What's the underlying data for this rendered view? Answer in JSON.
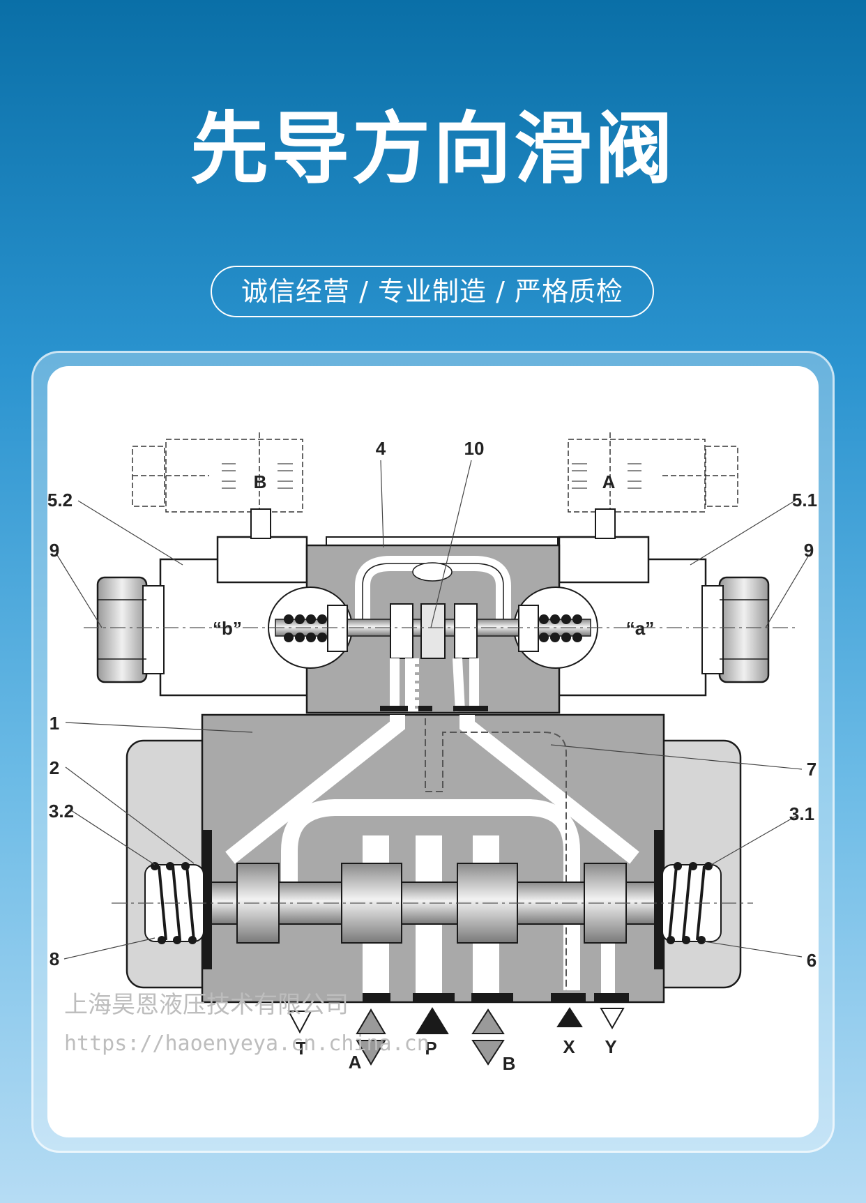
{
  "header": {
    "title": "先导方向滑阀",
    "tagline": "诚信经营 / 专业制造 / 严格质检"
  },
  "diagram": {
    "part_numbers": [
      "1",
      "2",
      "3.1",
      "3.2",
      "4",
      "5.1",
      "5.2",
      "6",
      "7",
      "8",
      "9",
      "9",
      "10"
    ],
    "solenoid_labels": [
      "B",
      "A"
    ],
    "position_labels": [
      "“b”",
      "“a”"
    ],
    "port_labels": [
      "T",
      "A",
      "P",
      "B",
      "X",
      "Y"
    ]
  },
  "watermark": {
    "company": "上海昊恩液压技术有限公司",
    "url": "https://haoenyeya.cn.china.cn"
  },
  "colors": {
    "background_top": "#0a6fa7",
    "background_bottom": "#b6dcf4",
    "body_gray": "#a9a9a9",
    "housing_gray": "#d6d6d6",
    "line": "#1a1a1a"
  }
}
